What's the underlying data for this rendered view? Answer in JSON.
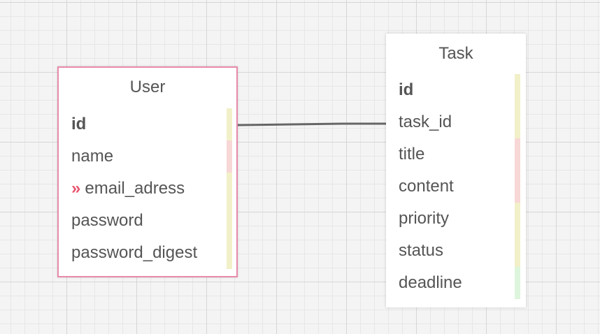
{
  "colors": {
    "stripe_yellow": "#f2f0c8",
    "stripe_pink": "#f8d7d7",
    "stripe_green": "#dcf5dc",
    "user_border": "#e88aaa",
    "relation_line": "#666666",
    "fk_marker": "#e8566f"
  },
  "tables": {
    "user": {
      "title": "User",
      "fields": [
        {
          "name": "id",
          "primary": true,
          "stripe": "yellow"
        },
        {
          "name": "name",
          "stripe": "pink"
        },
        {
          "name": "email_adress",
          "marker": "»",
          "marker_icon": "double-chevron-right-icon",
          "stripe": "yellow"
        },
        {
          "name": "password",
          "stripe": "yellow"
        },
        {
          "name": "password_digest",
          "stripe": "yellow"
        }
      ]
    },
    "task": {
      "title": "Task",
      "fields": [
        {
          "name": "id",
          "primary": true,
          "stripe": "yellow"
        },
        {
          "name": "task_id",
          "stripe": "yellow"
        },
        {
          "name": "title",
          "stripe": "pink"
        },
        {
          "name": "content",
          "stripe": "pink"
        },
        {
          "name": "priority",
          "stripe": "yellow"
        },
        {
          "name": "status",
          "stripe": "yellow"
        },
        {
          "name": "deadline",
          "stripe": "green"
        }
      ]
    }
  }
}
